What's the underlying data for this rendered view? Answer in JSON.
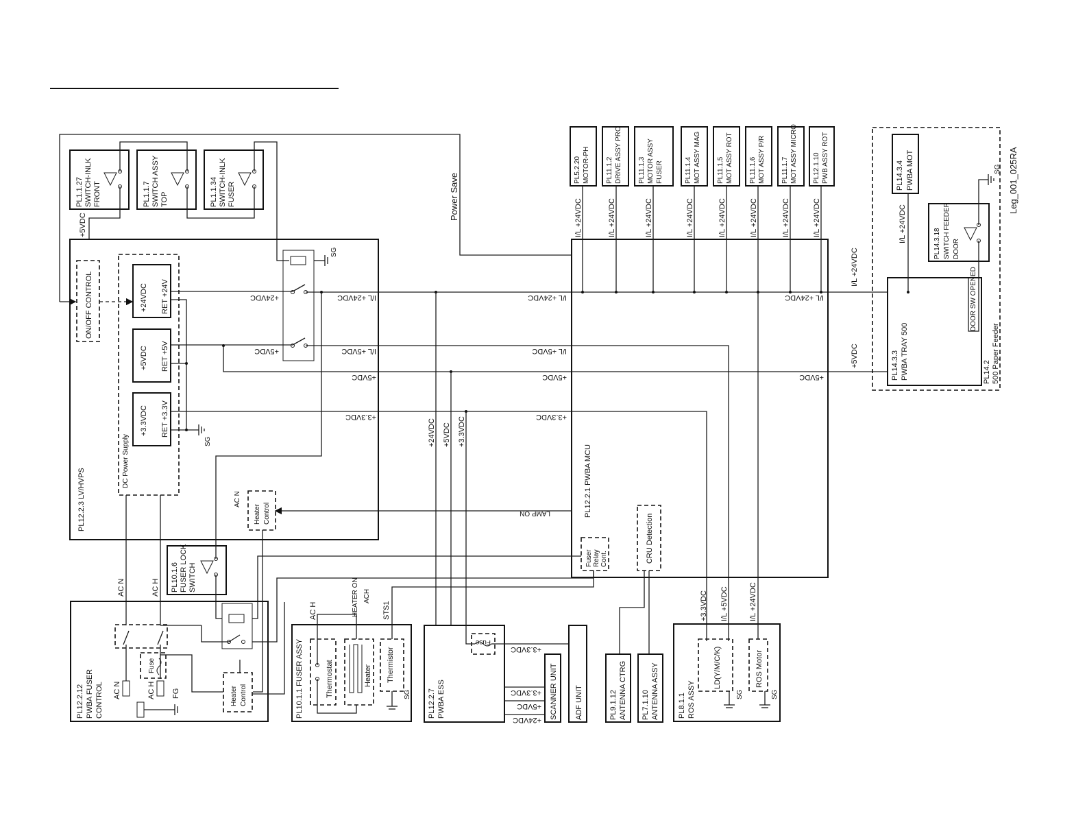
{
  "diagram_id": "Leg_001_025RA",
  "power_save": "Power Save",
  "switches": {
    "front": [
      "PL1.1.27",
      "SWITCH-INLK",
      "FRONT"
    ],
    "top": [
      "PL1.1.7",
      "SWITCH ASSY",
      "TOP"
    ],
    "fuser": [
      "PL1.1.34",
      "SWITCH-INLK",
      "FUSER"
    ]
  },
  "lvps": {
    "name": "PL12.2.3 LV/HVPS",
    "onoff": "ON/OFF CONTROL",
    "dcps": "DC Power Supply",
    "v24": "+24VDC",
    "ret24": "RET +24V",
    "v5": "+5VDC",
    "ret5": "RET +5V",
    "v33": "+3.3VDC",
    "ret33": "RET +3.3V",
    "heater": [
      "Heater",
      "Control"
    ],
    "acn": "AC N"
  },
  "rails": {
    "p24": "+24VDC",
    "p5": "+5VDC",
    "il24": "I/L +24VDC",
    "il5": "I/L +5VDC",
    "p33": "+3.3VDC",
    "lamp": "LAMP ON",
    "sg": "SG",
    "fg": "FG",
    "p5v": "+5VDC",
    "p24v": "+24VDC",
    "p33v": "+3.3VDC",
    "v5": "+5VDC",
    "v24": "+24VDC",
    "v33": "+3.3VDC"
  },
  "mcu": {
    "name": "PL12.2.1 PWBA MCU",
    "fuser_relay": [
      "Fuser",
      "Relay",
      "Cont."
    ],
    "cru": "CRU Detection"
  },
  "motors": [
    {
      "id": "PL5.2.20",
      "name": "MOTOR-PH",
      "name2": ""
    },
    {
      "id": "PL11.1.2",
      "name": "DRIVE ASSY PRO",
      "name2": ""
    },
    {
      "id": "PL11.1.3",
      "name": "MOTOR ASSY",
      "name2": "FUSER"
    },
    {
      "id": "PL11.1.4",
      "name": "MOT ASSY MAG",
      "name2": ""
    },
    {
      "id": "PL11.1.5",
      "name": "MOT ASSY ROT",
      "name2": ""
    },
    {
      "id": "PL11.1.6",
      "name": "MOT ASSY P/R",
      "name2": ""
    },
    {
      "id": "PL11.1.7",
      "name": "MOT ASSY MICRO",
      "name2": ""
    },
    {
      "id": "PL12.1.10",
      "name": "PWB ASSY ROT",
      "name2": ""
    }
  ],
  "motor_rail": "I/L +24VDC",
  "feeder": {
    "name": "PL14.2",
    "sub": "500 Paper Feeder",
    "pwba_mot": [
      "PL14.3.4",
      "PWBA MOT"
    ],
    "switch_door": [
      "PL14.3.18",
      "SWITCH FEEDER",
      "DOOR"
    ],
    "tray": [
      "PL14.3.3",
      "PWBA TRAY 500"
    ],
    "door_open": "DOOR SW OPENED",
    "il24": "I/L +24VDC",
    "v5": "+5VDC"
  },
  "fuser_lock": [
    "PL10.1.6",
    "FUSER LOCK",
    "SWITCH"
  ],
  "fuser_ctrl": {
    "name": [
      "PL12.2.12",
      "PWBA FUSER",
      "CONTROL"
    ],
    "fuse": "Fuse",
    "acn": "AC N",
    "ach": "AC H",
    "heater": [
      "Heater",
      "Control"
    ],
    "acn_line": "AC N",
    "ach_line": "AC H"
  },
  "fuser_assy": {
    "name": "PL10.1.1  FUSER ASSY",
    "thermostat": "Thermostat",
    "heater": "Heater",
    "thermistor": "Thermistor",
    "ach": "AC H",
    "heater_on": "HEATER ON",
    "ach2": "ACH",
    "sts1": "STS1"
  },
  "ess": {
    "name": [
      "PL12.2.7",
      "PWBA ESS"
    ],
    "fuse": "Fuse",
    "v33": "+3.3VDC",
    "v33b": "+3.3VDC",
    "v5": "+5VDC",
    "v24": "+24VDC"
  },
  "scanner": "SCANNER UNIT",
  "adf": "ADF UNIT",
  "antenna_ctrg": [
    "PL9.1.12",
    "ANTENNA CTRG"
  ],
  "antenna_assy": [
    "PL7.1.10",
    "ANTENNA ASSY"
  ],
  "ros": {
    "name": [
      "PL8.1.1",
      "ROS ASSY"
    ],
    "ld": "LD(Y/M/C/K)",
    "motor": "ROS Motor",
    "v33": "+3.3VDC",
    "il5": "I/L +5VDC",
    "il24": "I/L +24VDC"
  }
}
